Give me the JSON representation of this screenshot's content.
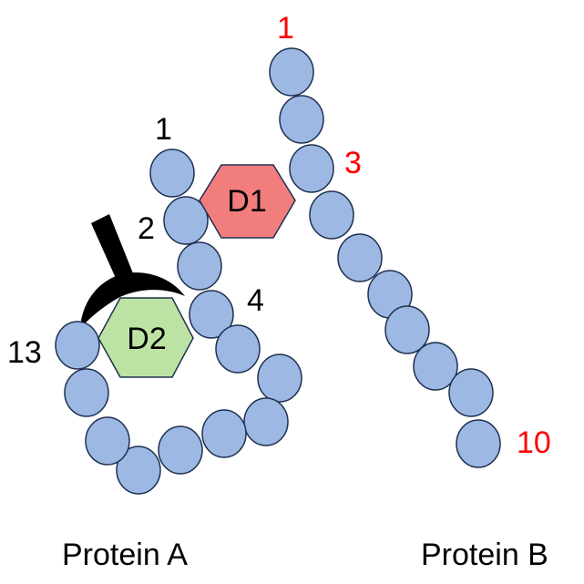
{
  "colors": {
    "bead": "#9cb8e3",
    "bead_stroke": "#1f3050",
    "protein_a_label": "#000000",
    "protein_b_label": "#ff0000",
    "d1_fill": "#f27d7d",
    "d2_fill": "#bde3a4",
    "hex_stroke": "#1f3050",
    "antibody": "#000000"
  },
  "protein_a": {
    "caption": "Protein A",
    "labels": {
      "r1": "1",
      "r2": "2",
      "r4": "4",
      "r13": "13"
    }
  },
  "protein_b": {
    "caption": "Protein B",
    "labels": {
      "r1": "1",
      "r3": "3",
      "r10": "10"
    }
  },
  "ligands": {
    "d1": "D1",
    "d2": "D2"
  },
  "icons": {
    "antibody": "antibody-icon"
  }
}
